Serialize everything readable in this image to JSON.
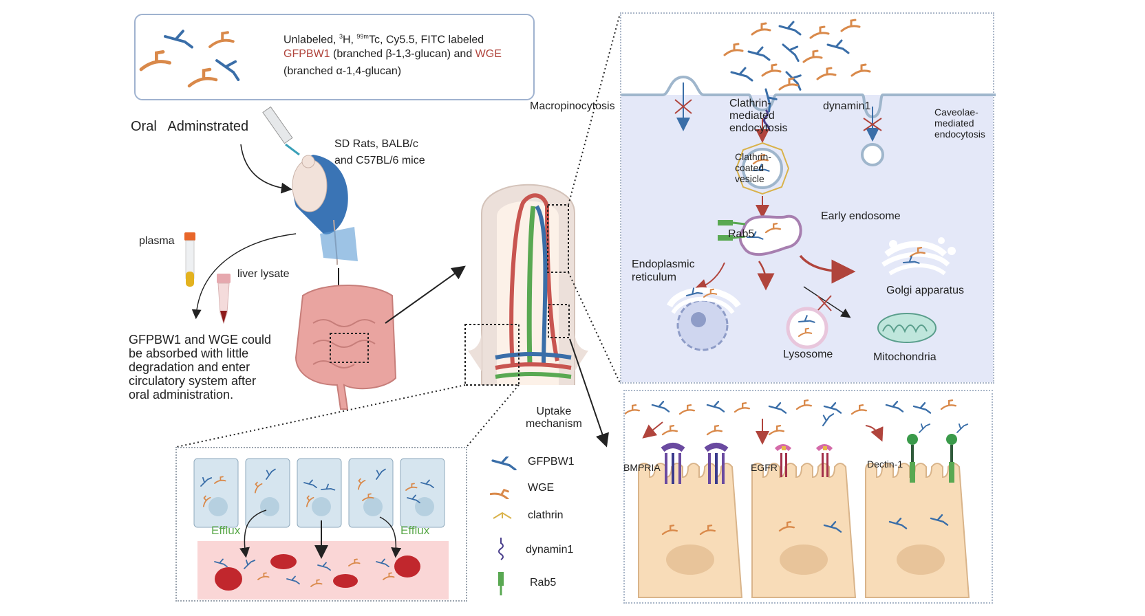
{
  "intro_box": {
    "line1_prefix": "Unlabeled, ",
    "label_3h_sup": "3",
    "label_3h": "H, ",
    "label_tc_sup": "99m",
    "label_tc": "Tc, Cy5.5, FITC  labeled",
    "gfpbw1": "GFPBW1",
    "line2_mid": " (branched β-1,3-glucan) and ",
    "wge": "WGE",
    "line3": "(branched α-1,4-glucan)"
  },
  "administration": {
    "title": "Oral   Adminstrated",
    "animals_line1": "SD Rats, BALB/c",
    "animals_line2": "and C57BL/6 mice"
  },
  "samples": {
    "plasma": "plasma",
    "liver": "liver lysate"
  },
  "conclusion": [
    "GFPBW1 and WGE could",
    "be absorbed with little",
    "degradation and enter",
    "circulatory system after",
    "oral administration."
  ],
  "endocytosis_panel": {
    "macropinocytosis": "Macropinocytosis",
    "clathrin_mediated": [
      "Clathrin-",
      "mediated",
      "endocytosis"
    ],
    "dynamin": "dynamin1",
    "caveolae": [
      "Caveolae-",
      "mediated",
      "endocytosis"
    ],
    "clathrin_vesicle": [
      "Clathrin-",
      "coated",
      "vesicle"
    ],
    "early_endosome": "Early endosome",
    "rab5": "Rab5",
    "er": [
      "Endoplasmic",
      "reticulum"
    ],
    "golgi": "Golgi apparatus",
    "lysosome": "Lysosome",
    "mitochondria": "Mitochondria"
  },
  "efflux_panel": {
    "efflux_left": "Efflux",
    "efflux_right": "Efflux"
  },
  "uptake": [
    "Uptake",
    "mechanism"
  ],
  "legend": [
    {
      "label": "GFPBW1",
      "icon": "gfpbw1-glucan-icon"
    },
    {
      "label": "WGE",
      "icon": "wge-glucan-icon"
    },
    {
      "label": "clathrin",
      "icon": "clathrin-icon"
    },
    {
      "label": "dynamin1",
      "icon": "dynamin1-icon"
    },
    {
      "label": "Rab5",
      "icon": "rab5-icon"
    }
  ],
  "receptors": {
    "bmpria": "BMPRIA",
    "egfr": "EGFR",
    "dectin": "Dectin-1"
  },
  "colors": {
    "gfpbw1": "#3a6ea8",
    "wge": "#d9894a",
    "accent_red": "#b0443c",
    "panel_bg": "#e4e8f8",
    "cell": "#f8dcb8",
    "efflux": "#5aa84a"
  }
}
